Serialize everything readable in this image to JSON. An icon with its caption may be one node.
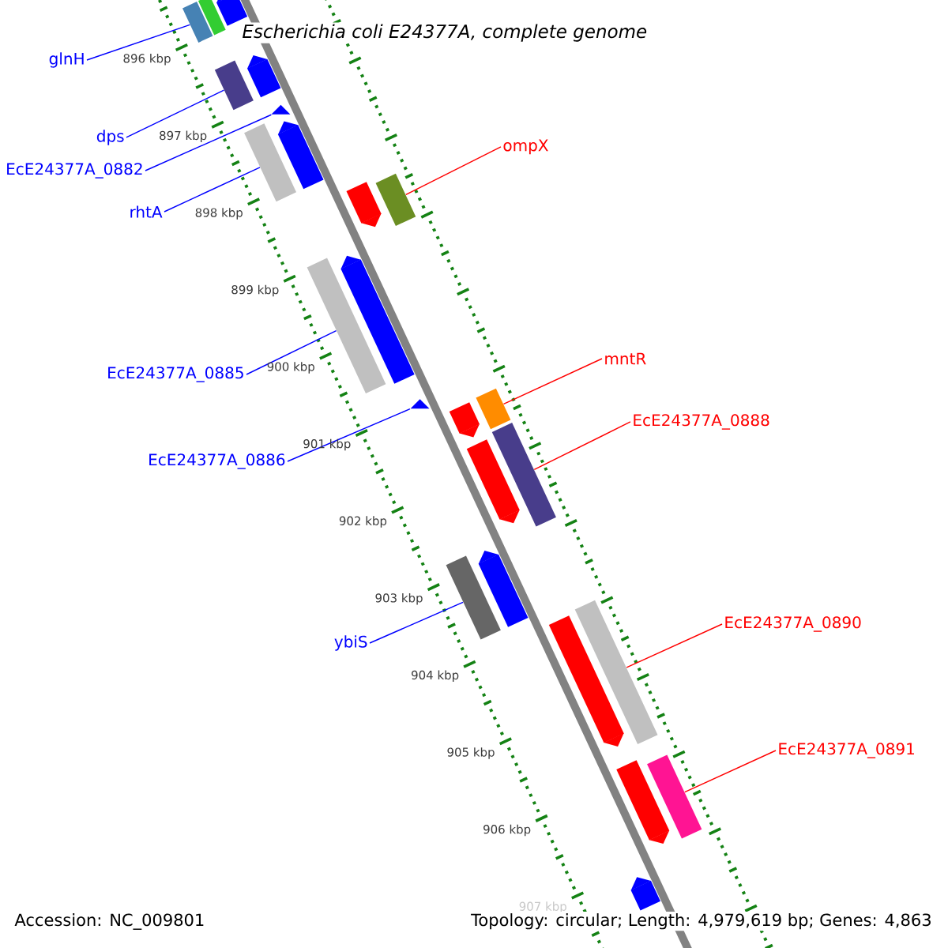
{
  "diagram": {
    "title": "Escherichia coli E24377A, complete genome",
    "nodes": [
      {
        "text": [
          "glnH"
        ]
      },
      {
        "text": [
          "dps"
        ]
      },
      {
        "text": [
          "EcE24377A_0882"
        ]
      },
      {
        "text": [
          "rhtA"
        ]
      },
      {
        "text": [
          "EcE24377A_0885"
        ]
      },
      {
        "text": [
          "EcE24377A_0886"
        ]
      },
      {
        "text": [
          "ybiS"
        ]
      },
      {
        "text": [
          "ompX"
        ]
      },
      {
        "text": [
          "mntR"
        ]
      },
      {
        "text": [
          "EcE24377A_0888"
        ]
      },
      {
        "text": [
          "EcE24377A_0890"
        ]
      },
      {
        "text": [
          "EcE24377A_0891"
        ]
      },
      {
        "text": [],
        "shape": "bar"
      },
      {
        "text": [],
        "shape": "bar"
      },
      {
        "text": [],
        "shape": "triangle"
      },
      {
        "text": [],
        "shape": "bar"
      },
      {
        "text": [],
        "shape": "bar"
      },
      {
        "text": [],
        "shape": "triangle"
      },
      {
        "text": [],
        "shape": "bar"
      },
      {
        "text": [],
        "shape": "bar"
      },
      {
        "text": [],
        "shape": "bar"
      },
      {
        "text": [],
        "shape": "bar"
      },
      {
        "text": [],
        "shape": "bar"
      },
      {
        "text": [],
        "shape": "bar"
      },
      {
        "text": [],
        "shape": "arrow"
      },
      {
        "text": [],
        "shape": "bar"
      },
      {
        "text": [],
        "shape": "arrow"
      },
      {
        "text": [],
        "shape": "arrow"
      },
      {
        "text": [],
        "shape": "arrow"
      },
      {
        "text": [],
        "shape": "arrow"
      },
      {
        "text": [],
        "shape": "arrow"
      },
      {
        "text": [],
        "shape": "arrow"
      },
      {
        "text": [],
        "shape": "arrow"
      },
      {
        "text": [],
        "shape": "arrow"
      },
      {
        "text": [],
        "shape": "arrow"
      },
      {
        "text": [],
        "shape": "arrow"
      }
    ],
    "edges": [
      {
        "from": 0,
        "to": 12,
        "arrow": "none"
      },
      {
        "from": 1,
        "to": 13,
        "arrow": "none"
      },
      {
        "from": 2,
        "to": 14,
        "arrow": "none"
      },
      {
        "from": 3,
        "to": 15,
        "arrow": "none"
      },
      {
        "from": 4,
        "to": 16,
        "arrow": "none"
      },
      {
        "from": 5,
        "to": 17,
        "arrow": "none"
      },
      {
        "from": 6,
        "to": 18,
        "arrow": "none"
      },
      {
        "from": 7,
        "to": 19,
        "arrow": "none",
        "color": "#ff0000"
      },
      {
        "from": 8,
        "to": 20,
        "arrow": "none",
        "color": "#ff0000"
      },
      {
        "from": 9,
        "to": 21,
        "arrow": "none",
        "color": "#ff0000"
      },
      {
        "from": 10,
        "to": 22,
        "arrow": "none",
        "color": "#ff0000"
      },
      {
        "from": 11,
        "to": 23,
        "arrow": "none",
        "color": "#ff0000"
      }
    ],
    "labels": [
      "896 kbp",
      "897 kbp",
      "898 kbp",
      "899 kbp",
      "900 kbp",
      "901 kbp",
      "902 kbp",
      "903 kbp",
      "904 kbp",
      "905 kbp",
      "906 kbp",
      "907 kbp",
      "Accession: NC_009801",
      "Topology: circular; Length: 4,979,619 bp; Genes: 4,863"
    ]
  }
}
